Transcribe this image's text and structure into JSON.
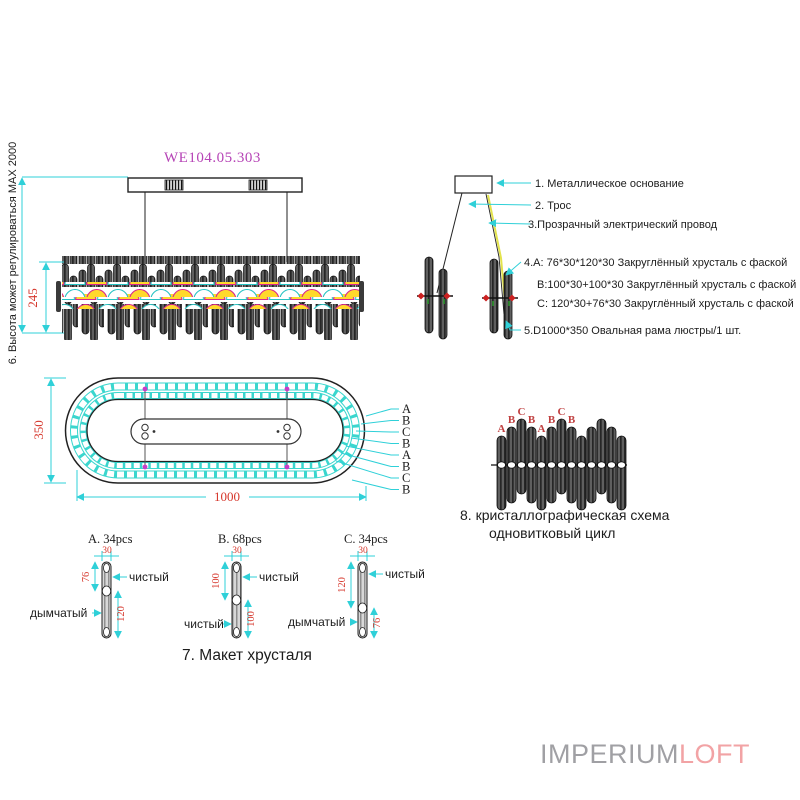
{
  "page": {
    "model_number": "WE104.05.303",
    "height_note": "6. Высота может регулироваться MAX 2000"
  },
  "parts_list": {
    "items": [
      "1. Металлическое основание",
      "2. Трос",
      "3.Прозрачный электрический провод",
      "4.A: 76*30*120*30 Закруглённый хрусталь с фаской",
      "B:100*30+100*30 Закруглённый хрусталь с фаской",
      "C: 120*30+76*30 Закруглённый хрусталь с фаской",
      "5.D1000*350 Овальная рама люстры/1 шт."
    ]
  },
  "front_view": {
    "height_dim": "245"
  },
  "top_view": {
    "width_dim": "1000",
    "depth_dim": "350",
    "ring_letters": [
      "A",
      "B",
      "C",
      "B",
      "A",
      "B",
      "C",
      "B"
    ]
  },
  "schema": {
    "letters": [
      "A",
      "B",
      "C",
      "B",
      "A",
      "B",
      "C",
      "B"
    ],
    "caption_line1": "8. кристаллографическая схема",
    "caption_line2": "одновитковый цикл"
  },
  "crystal_layout": {
    "caption": "7. Макет хрусталя",
    "items": [
      {
        "label": "A. 34pcs",
        "width": "30",
        "top_len": "76",
        "bottom_len": "120",
        "top_type": "чистый",
        "bottom_type": "дымчатый"
      },
      {
        "label": "B. 68pcs",
        "width": "30",
        "top_len": "100",
        "bottom_len": "100",
        "top_type": "чистый",
        "bottom_type": "чистый"
      },
      {
        "label": "C. 34pcs",
        "width": "30",
        "top_len": "120",
        "bottom_len": "76",
        "top_type": "чистый",
        "bottom_type": "дымчатый"
      }
    ]
  },
  "logo": {
    "part1": "IMPERIUM",
    "part2": "LOFT"
  },
  "colors": {
    "dimension_line": "#2fd0d8",
    "dimension_text": "#d6372c",
    "model_text": "#b644b6",
    "schema_letter": "#c04040",
    "lamp_yellow": "#ffd92b",
    "lamp_outline": "#d8268e",
    "dome_outline": "#27c3c3",
    "logo_gray": "#a0a0a4",
    "logo_pink": "#f2a3a5"
  }
}
